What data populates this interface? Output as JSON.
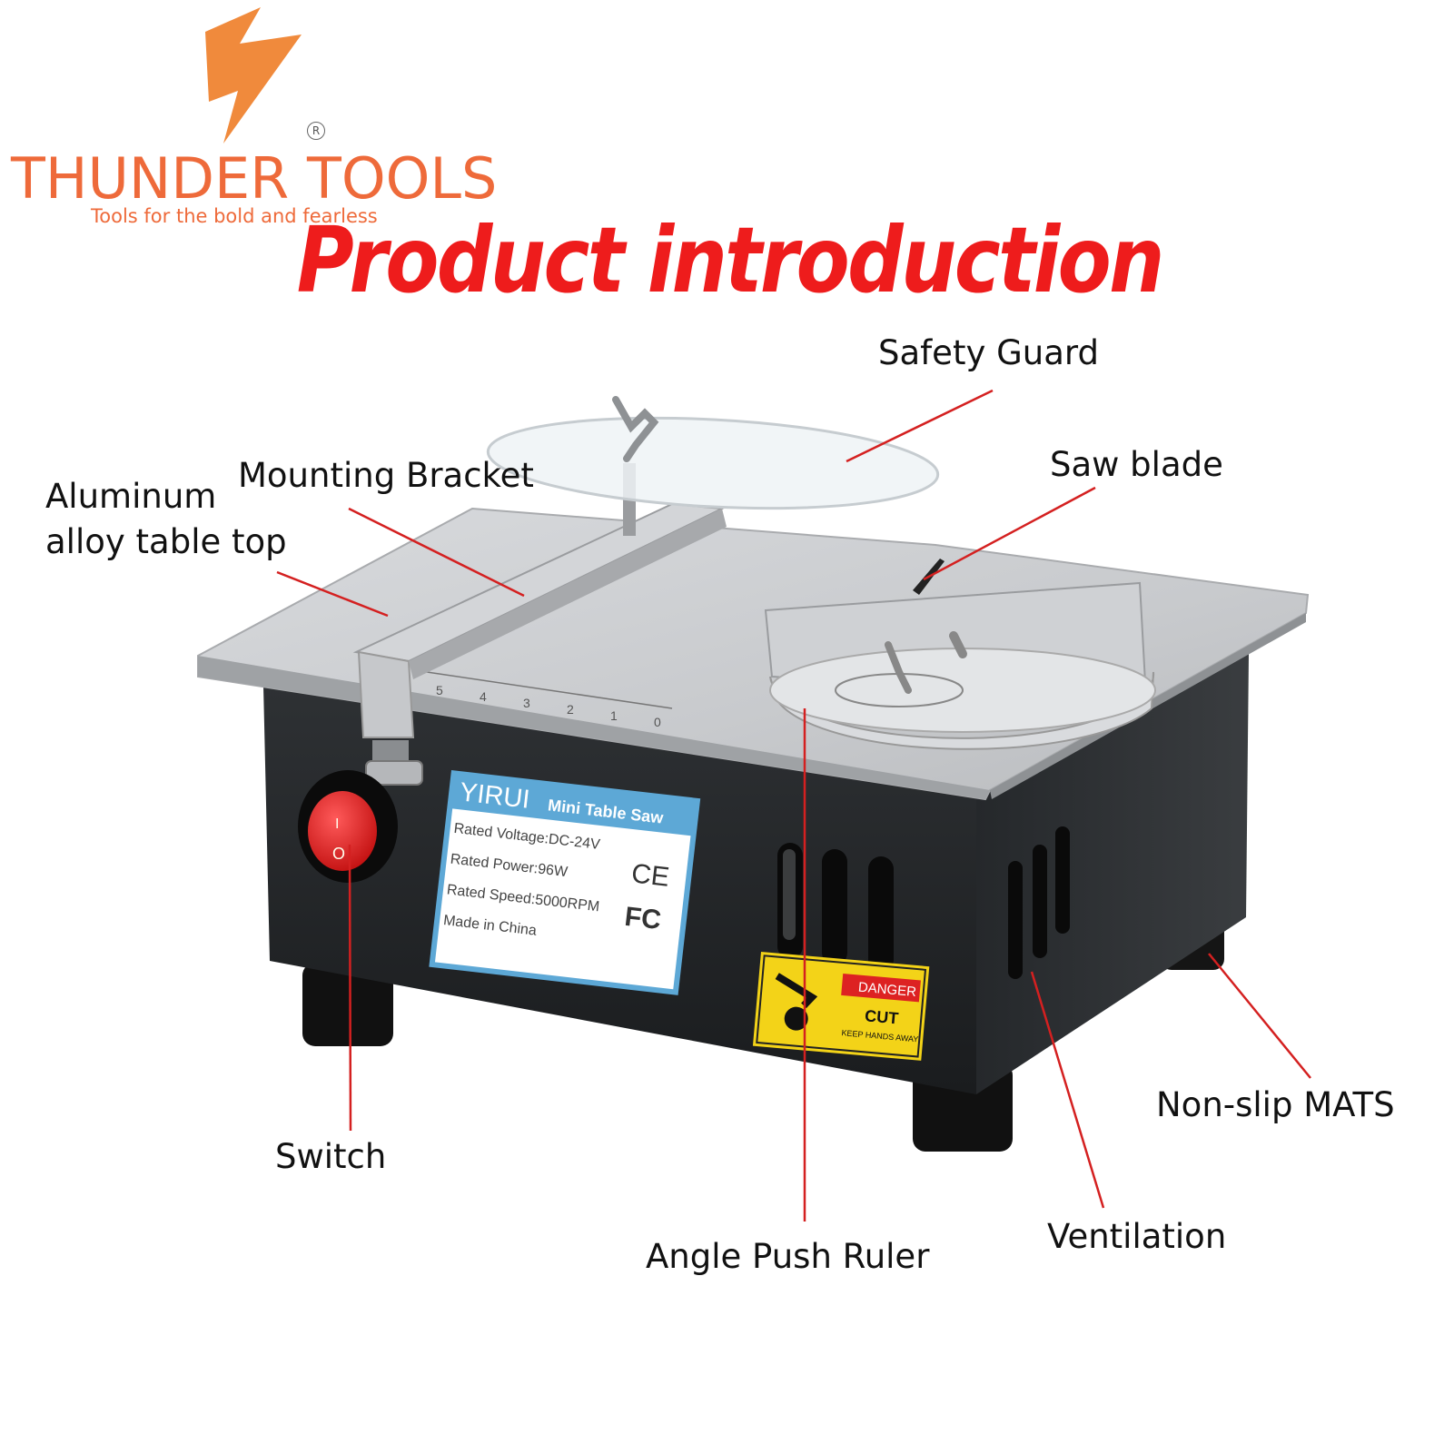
{
  "brand": {
    "name": "THUNDER TOOLS",
    "tagline": "Tools for the bold and fearless",
    "registered_mark": "R",
    "color": "#ee6a3a"
  },
  "title": {
    "text": "Product introduction",
    "color": "#ee1c1c"
  },
  "callouts": {
    "safety_guard": "Safety Guard",
    "mounting_bracket": "Mounting Bracket",
    "table_top_line1": "Aluminum",
    "table_top_line2": "alloy table top",
    "saw_blade": "Saw blade",
    "switch": "Switch",
    "angle_push_ruler": "Angle Push Ruler",
    "ventilation": "Ventilation",
    "non_slip_mats": "Non-slip MATS",
    "line_color": "#d42020"
  },
  "product_label": {
    "brand": "YIRUI",
    "model": "Mini Table Saw",
    "voltage": "Rated Voltage:DC-24V",
    "power": "Rated Power:96W",
    "speed": "Rated Speed:5000RPM",
    "origin": "Made in China",
    "ce_mark": "CE",
    "fc_mark": "FC"
  },
  "warning_sticker": {
    "header": "DANGER",
    "line1": "CUT",
    "line2": "KEEP HANDS AWAY"
  },
  "switch_marks": {
    "on": "I",
    "off": "O"
  },
  "ruler_digits": [
    "5",
    "4",
    "3",
    "2",
    "1",
    "0"
  ]
}
